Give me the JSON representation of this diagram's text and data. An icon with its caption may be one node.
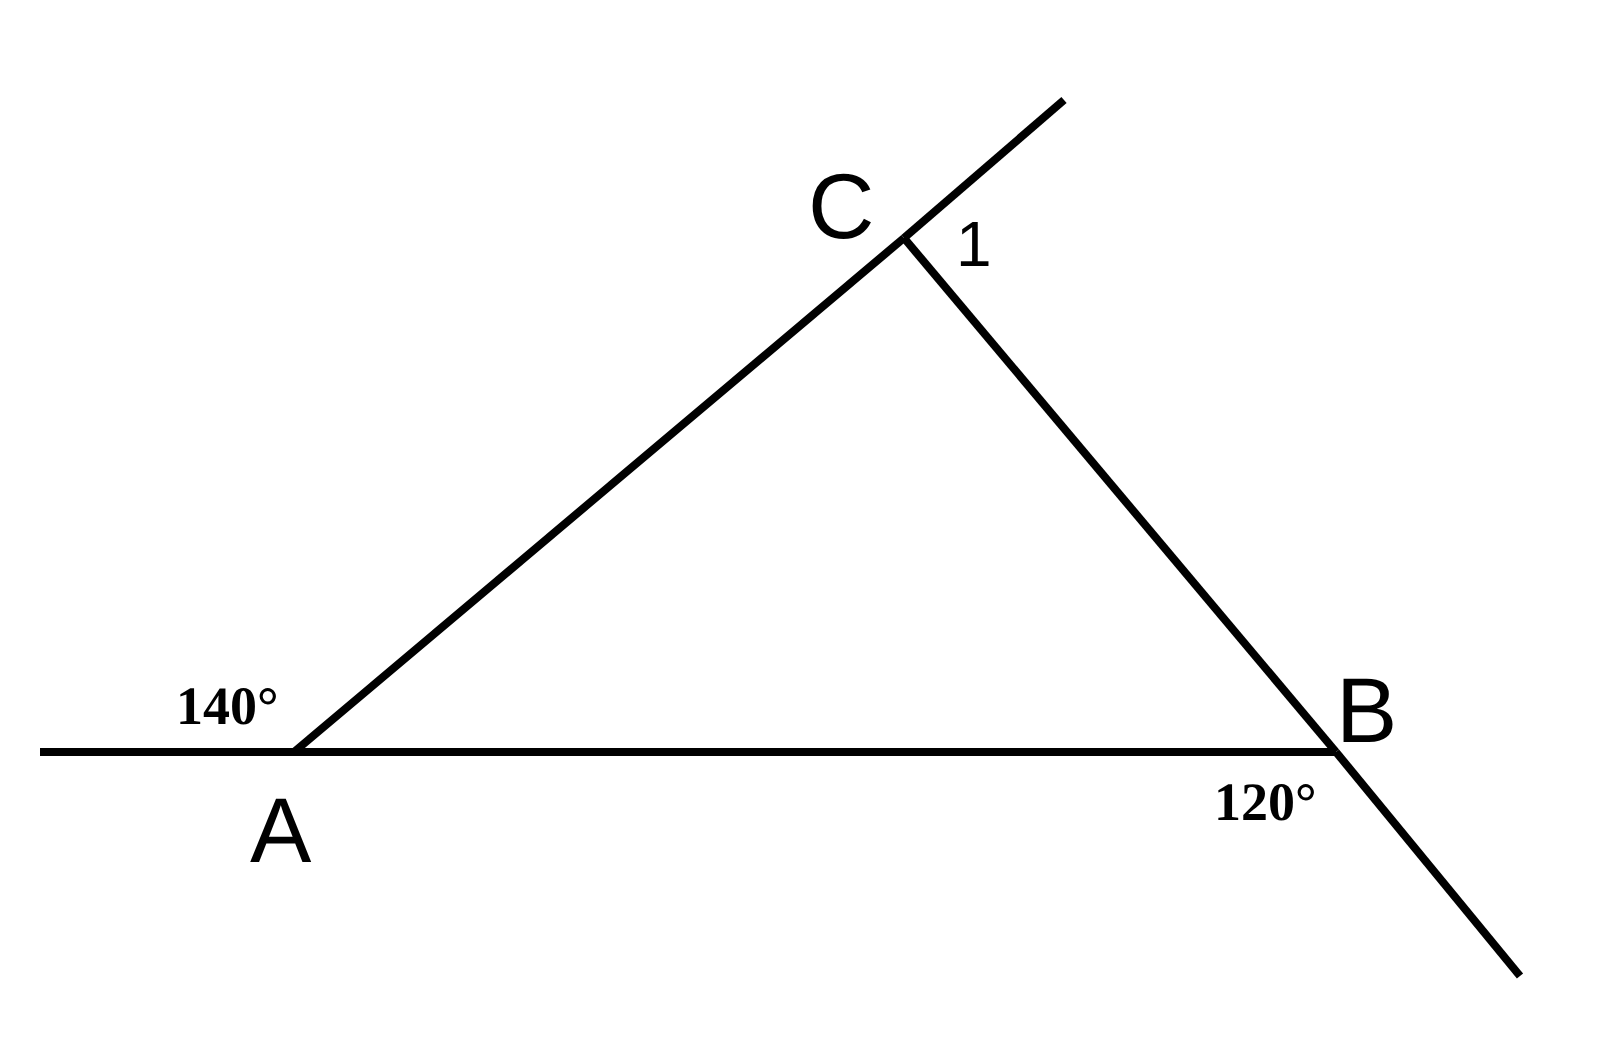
{
  "diagram": {
    "nodes": [
      {
        "text": [
          "A"
        ]
      },
      {
        "text": [
          "B"
        ]
      },
      {
        "text": [
          "C"
        ]
      }
    ],
    "edges": [
      {
        "from": null,
        "to": 0,
        "arrow": "none"
      },
      {
        "from": 0,
        "to": 1,
        "arrow": "none"
      },
      {
        "from": 0,
        "to": 2,
        "arrow": "none"
      },
      {
        "from": 2,
        "to": 1,
        "arrow": "none"
      },
      {
        "from": 2,
        "to": null,
        "arrow": "none"
      },
      {
        "from": 1,
        "to": null,
        "arrow": "none"
      }
    ],
    "labels": [
      "1",
      "140°",
      "120°"
    ]
  }
}
